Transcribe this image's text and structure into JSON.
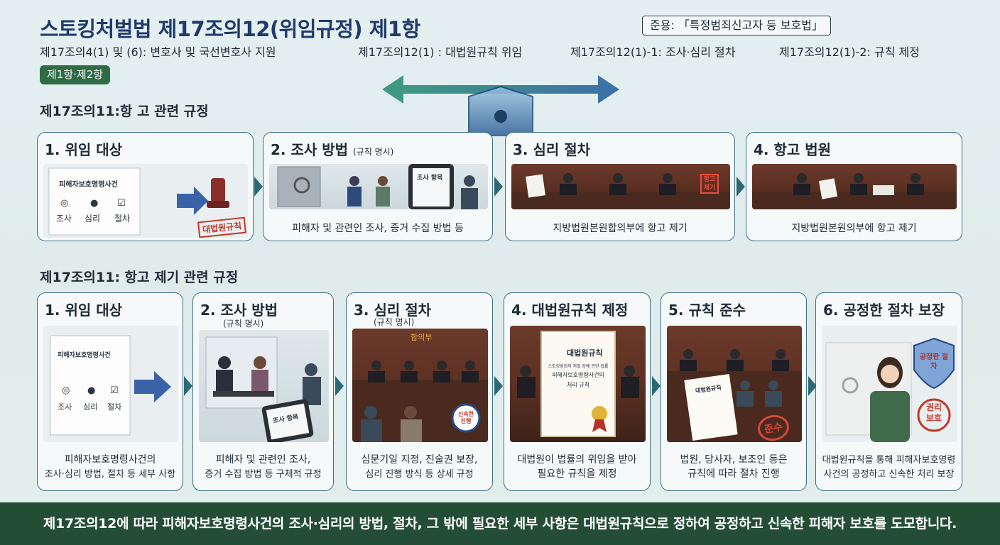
{
  "header": {
    "title": "스토킹처벌법 제17조의12(위임규정) 제1항",
    "apply": "준용: 「특정범죄신고자 등 보호법」",
    "refs": [
      "제17조의4(1) 및 (6): 변호사 및 국선변호사 지원",
      "제17조의12(1) : 대법원규칙 위임",
      "제17조의12(1)-1: 조사·심리 절차",
      "제17조의12(1)-2: 규칙 제정"
    ],
    "badge": "제1항·제2항"
  },
  "section1": {
    "label": "제17조의11:항 고 관련 규정",
    "cards": [
      {
        "title": "1. 위임 대상",
        "doc_title": "피해자보호명령사건",
        "icons": [
          "조사",
          "심리",
          "절차"
        ],
        "stamp": "대법원규칙",
        "caption": ""
      },
      {
        "title": "2. 조사 방법",
        "title_note": "(규칙 명시)",
        "tablet": "조사 항목",
        "caption": "피해자 및 관련인 조사, 증거 수집 방법 등"
      },
      {
        "title": "3. 심리 절차",
        "stamp": "항고 제기",
        "caption": "지방법원본원합의부에 항고 제기"
      },
      {
        "title": "4. 항고 법원",
        "caption": "지방법원본원의부에 항고 제기"
      }
    ]
  },
  "section2": {
    "label": "제17조의11: 항고 제기 관련 규정",
    "cards": [
      {
        "title": "1. 위임 대상",
        "doc_title": "피해자보호명령사건",
        "icons": [
          "조사",
          "심리",
          "절차"
        ],
        "caption": [
          "피해자보호명령사건의",
          "조사·심리 방법, 절차 등 세부 사항"
        ]
      },
      {
        "title": "2. 조사 방법",
        "title_note": "(규칙 명시)",
        "tablet": "조사 항목",
        "caption": [
          "피해자 및 관련인 조사,",
          "증거 수집 방법 등 구체적 규정"
        ]
      },
      {
        "title": "3. 심리 절차",
        "title_note": "(규칙 명시)",
        "bench": "합의부",
        "badge": "신속한 진행",
        "caption": [
          "심문기일 지정, 진술권 보장,",
          "심리 진행 방식 등 상세 규정"
        ]
      },
      {
        "title": "4. 대법원규칙 제정",
        "doc_title": "대법원규칙",
        "doc_lines": [
          "스토킹범죄의 처벌 등에 관한 법률",
          "피해자보호명령사건의",
          "처리 규칙"
        ],
        "caption": [
          "대법원이 법률의 위임을 받아",
          "필요한 규칙을 제정"
        ]
      },
      {
        "title": "5. 규칙 준수",
        "doc_title": "대법원규칙",
        "stamp": "준수",
        "caption": [
          "법원, 당사자, 보조인 등은",
          "규칙에 따라 절차 진행"
        ]
      },
      {
        "title": "6. 공정한 절차 보장",
        "shield": "공정한 절차",
        "stamp": "권리 보호",
        "caption": [
          "대법원규칙을 통해 피해자보호명령",
          "사건의 공정하고 신속한 처리 보장"
        ]
      }
    ]
  },
  "footer": "제17조의12에 따라 피해자보호명령사건의 조사·심리의 방법, 절차, 그 밖에 필요한 세부 사항은 대법원규칙으로 정하여 공정하고 신속한 피해자 보호를 도모합니다.",
  "colors": {
    "title": "#1f3a6b",
    "footer_bg": "#234e35",
    "badge_bg": "#2f6b45",
    "card_border": "#3e6f87",
    "stamp_red": "#c0392b"
  }
}
